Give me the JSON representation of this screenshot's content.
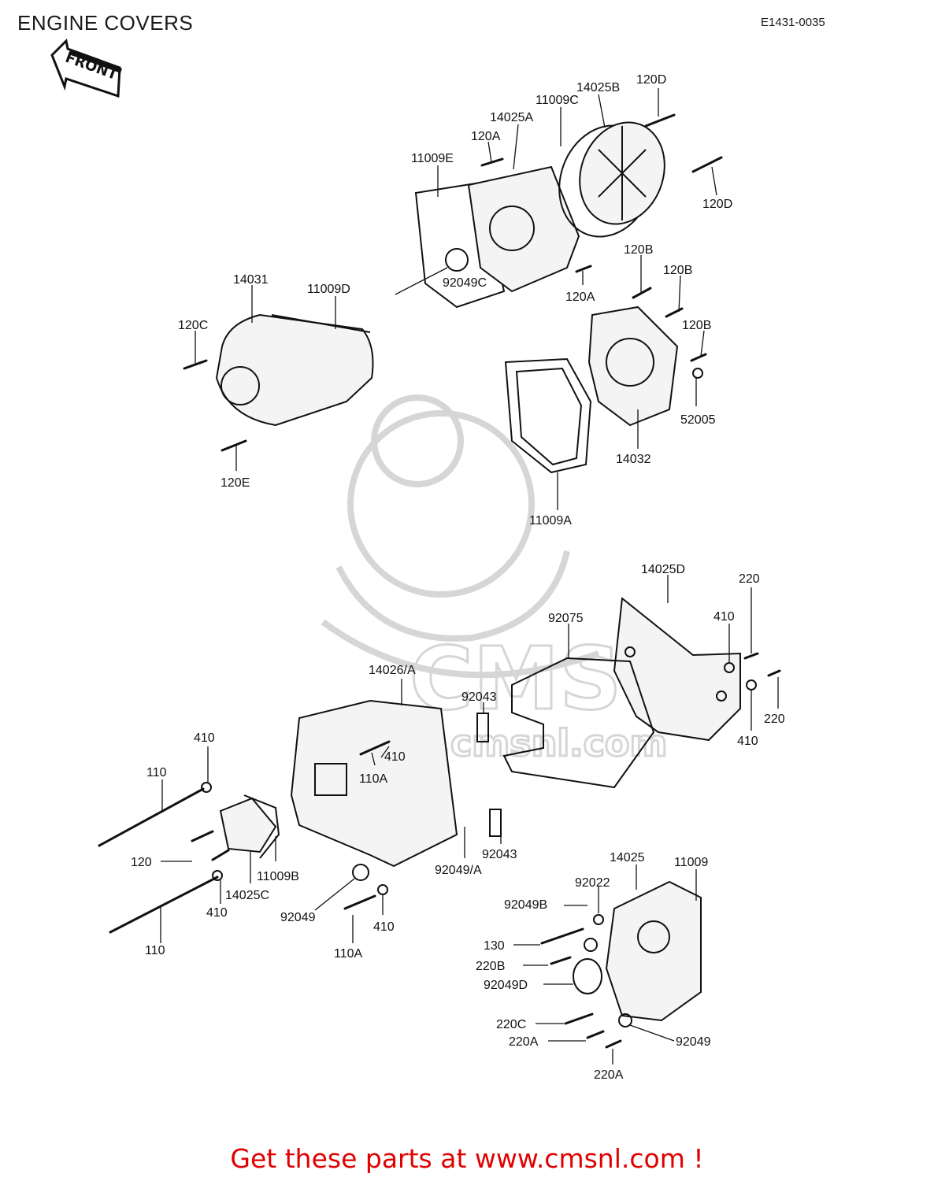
{
  "header": {
    "title": "ENGINE COVERS",
    "diagram_code": "E1431-0035",
    "front_arrow": "FRONT"
  },
  "watermark": {
    "brand": "CMS",
    "url": "www.cmsnl.com"
  },
  "parts": [
    {
      "id": "p-120D-a",
      "label": "120D"
    },
    {
      "id": "p-14025B",
      "label": "14025B"
    },
    {
      "id": "p-11009C",
      "label": "11009C"
    },
    {
      "id": "p-14025A",
      "label": "14025A"
    },
    {
      "id": "p-120A-a",
      "label": "120A"
    },
    {
      "id": "p-11009E",
      "label": "11009E"
    },
    {
      "id": "p-120D-b",
      "label": "120D"
    },
    {
      "id": "p-120B-a",
      "label": "120B"
    },
    {
      "id": "p-120B-b",
      "label": "120B"
    },
    {
      "id": "p-120B-c",
      "label": "120B"
    },
    {
      "id": "p-92049C",
      "label": "92049C"
    },
    {
      "id": "p-120A-b",
      "label": "120A"
    },
    {
      "id": "p-14031",
      "label": "14031"
    },
    {
      "id": "p-11009D",
      "label": "11009D"
    },
    {
      "id": "p-120C",
      "label": "120C"
    },
    {
      "id": "p-52005",
      "label": "52005"
    },
    {
      "id": "p-14032",
      "label": "14032"
    },
    {
      "id": "p-120E",
      "label": "120E"
    },
    {
      "id": "p-11009A",
      "label": "11009A"
    },
    {
      "id": "p-14025D",
      "label": "14025D"
    },
    {
      "id": "p-220-a",
      "label": "220"
    },
    {
      "id": "p-410-a",
      "label": "410"
    },
    {
      "id": "p-92075",
      "label": "92075"
    },
    {
      "id": "p-14026A",
      "label": "14026/A"
    },
    {
      "id": "p-92043-a",
      "label": "92043"
    },
    {
      "id": "p-220-b",
      "label": "220"
    },
    {
      "id": "p-410-b",
      "label": "410"
    },
    {
      "id": "p-410-c",
      "label": "410"
    },
    {
      "id": "p-410-d",
      "label": "410"
    },
    {
      "id": "p-110A-a",
      "label": "110A"
    },
    {
      "id": "p-110-a",
      "label": "110"
    },
    {
      "id": "p-92043-b",
      "label": "92043"
    },
    {
      "id": "p-120",
      "label": "120"
    },
    {
      "id": "p-11009B",
      "label": "11009B"
    },
    {
      "id": "p-92049A",
      "label": "92049/A"
    },
    {
      "id": "p-14025",
      "label": "14025"
    },
    {
      "id": "p-11009",
      "label": "11009"
    },
    {
      "id": "p-14025C",
      "label": "14025C"
    },
    {
      "id": "p-410-e",
      "label": "410"
    },
    {
      "id": "p-92022",
      "label": "92022"
    },
    {
      "id": "p-92049B",
      "label": "92049B"
    },
    {
      "id": "p-92049-a",
      "label": "92049"
    },
    {
      "id": "p-410-f",
      "label": "410"
    },
    {
      "id": "p-110-b",
      "label": "110"
    },
    {
      "id": "p-110A-b",
      "label": "110A"
    },
    {
      "id": "p-130",
      "label": "130"
    },
    {
      "id": "p-220B",
      "label": "220B"
    },
    {
      "id": "p-92049D",
      "label": "92049D"
    },
    {
      "id": "p-220C",
      "label": "220C"
    },
    {
      "id": "p-220A-a",
      "label": "220A"
    },
    {
      "id": "p-92049-b",
      "label": "92049"
    },
    {
      "id": "p-220A-b",
      "label": "220A"
    }
  ],
  "footer": {
    "cta": "Get these parts at www.cmsnl.com !"
  }
}
